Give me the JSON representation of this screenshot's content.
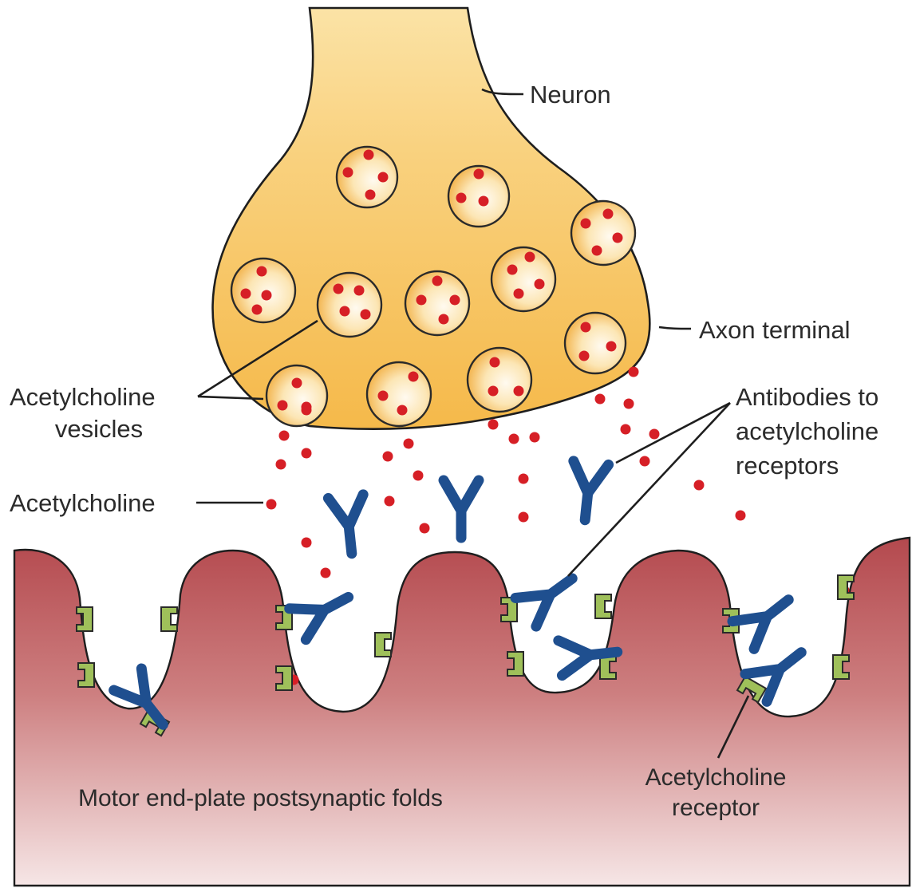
{
  "diagram": {
    "labels": {
      "neuron": "Neuron",
      "axon_terminal": "Axon terminal",
      "ach_vesicles_line1": "Acetylcholine",
      "ach_vesicles_line2": "vesicles",
      "acetylcholine": "Acetylcholine",
      "antibodies_line1": "Antibodies to",
      "antibodies_line2": "acetylcholine",
      "antibodies_line3": "receptors",
      "receptor_line1": "Acetylcholine",
      "receptor_line2": "receptor",
      "folds": "Motor end-plate postsynaptic folds"
    },
    "colors": {
      "neuron_fill": "#f7c25d",
      "neuron_light": "#fde9b8",
      "vesicle_ring": "#2a2a2a",
      "acetylcholine_dot": "#d61f26",
      "antibody": "#1f4f8f",
      "receptor": "#9fc05a",
      "muscle_top": "#bd5a5e",
      "muscle_bottom": "#f3dede",
      "outline": "#1e1e1e"
    }
  }
}
